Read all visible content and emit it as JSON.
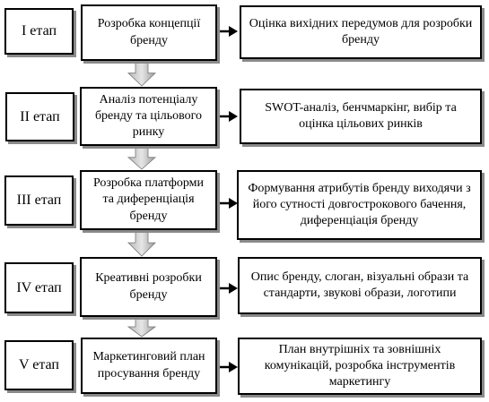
{
  "stages": [
    {
      "stage": "I етап",
      "middle": "Розробка концепції бренду",
      "right": "Оцінка вихідних передумов для розробки бренду"
    },
    {
      "stage": "II етап",
      "middle": "Аналіз потенціалу бренду та цільового ринку",
      "right": "SWOT-аналіз, бенчмаркінг, вибір та оцінка цільових ринків"
    },
    {
      "stage": "III етап",
      "middle": "Розробка платформи та диференціація бренду",
      "right": "Формування атрибутів бренду виходячи з його сутності довгострокового бачення, диференціація бренду"
    },
    {
      "stage": "IV етап",
      "middle": "Креативні розробки бренду",
      "right": "Опис бренду, слоган, візуальні образи та стандарти, звукові образи, логотипи"
    },
    {
      "stage": "V етап",
      "middle": "Маркетинговий план просування бренду",
      "right": "План внутрішніх та зовнішніх комунікацій, розробка інструментів маркетингу"
    }
  ]
}
